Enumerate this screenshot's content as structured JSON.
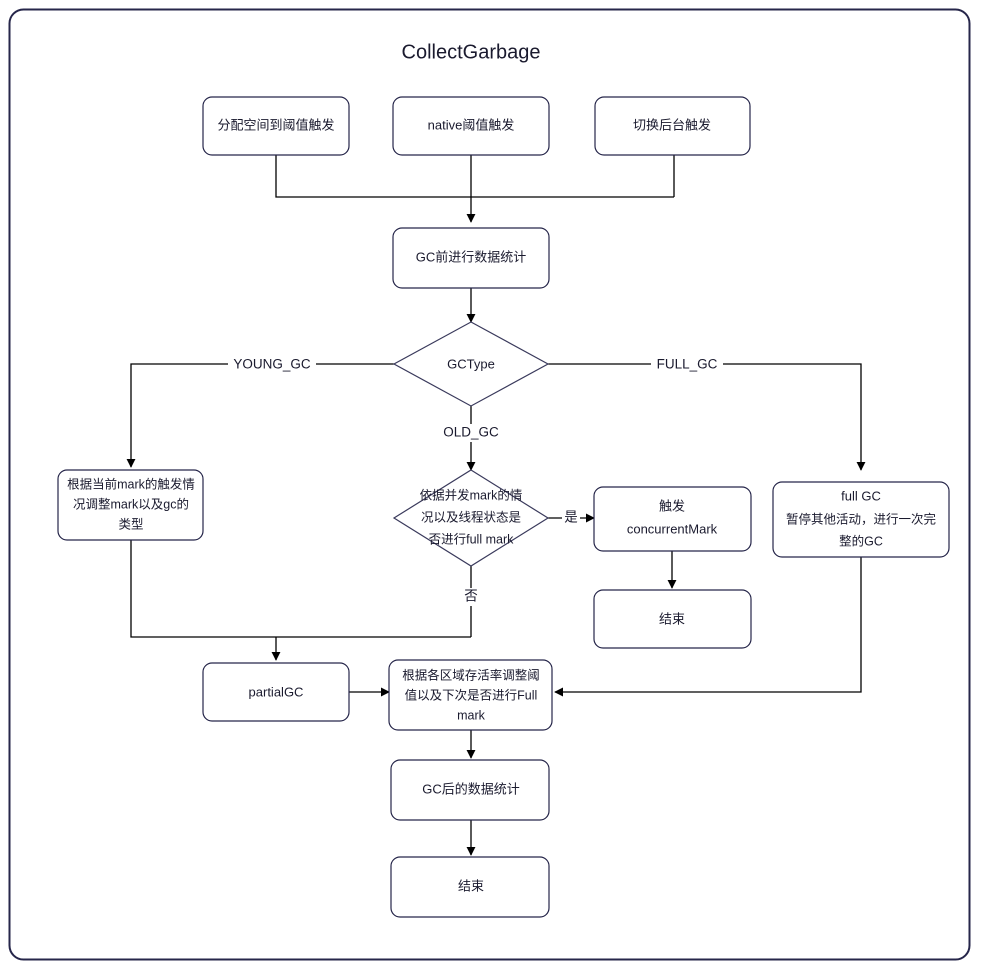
{
  "diagram": {
    "title": "CollectGarbage",
    "border_color": "#26264a",
    "node_border_color": "#26264a",
    "edge_color": "#000000",
    "background": "#ffffff",
    "nodes": {
      "trigger_alloc": {
        "label": "分配空间到阈值触发"
      },
      "trigger_native": {
        "label": "native阈值触发"
      },
      "trigger_background": {
        "label": "切换后台触发"
      },
      "pre_gc_stats": {
        "label": "GC前进行数据统计"
      },
      "gc_type_decision": {
        "label": "GCType"
      },
      "adjust_mark_type": {
        "line1": "根据当前mark的触发情",
        "line2": "况调整mark以及gc的",
        "line3": "类型"
      },
      "full_mark_decision": {
        "line1": "依据并发mark的情",
        "line2": "况以及线程状态是",
        "line3": "否进行full mark"
      },
      "trigger_concurrent_mark": {
        "line1": "触发",
        "line2": "concurrentMark"
      },
      "end_concurrent": {
        "label": "结束"
      },
      "full_gc": {
        "line1": "full GC",
        "line2": "暂停其他活动，进行一次完",
        "line3": "整的GC"
      },
      "partial_gc": {
        "label": "partialGC"
      },
      "adjust_threshold": {
        "line1": "根据各区域存活率调整阈",
        "line2": "值以及下次是否进行Full",
        "line3": "mark"
      },
      "post_gc_stats": {
        "label": "GC后的数据统计"
      },
      "end_main": {
        "label": "结束"
      }
    },
    "edge_labels": {
      "young_gc": "YOUNG_GC",
      "full_gc": "FULL_GC",
      "old_gc": "OLD_GC",
      "yes": "是",
      "no": "否"
    }
  }
}
